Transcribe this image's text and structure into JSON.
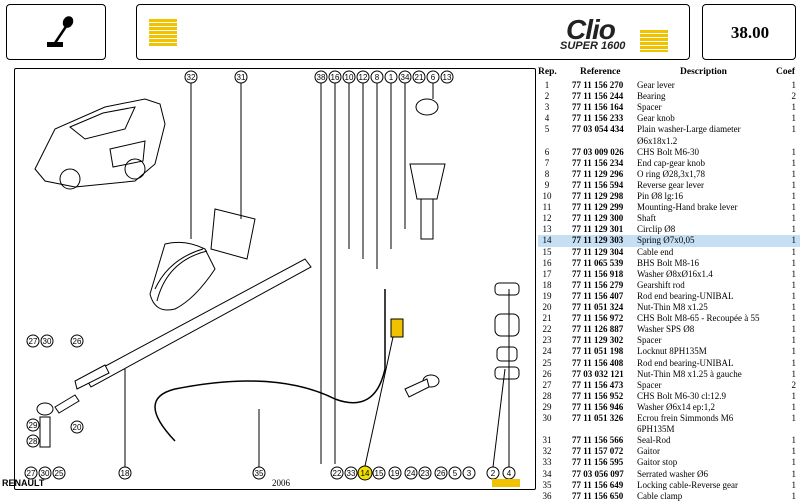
{
  "header": {
    "logo_word": "Clio",
    "logo_sub": "SUPER 1600",
    "page_number": "38.00",
    "accent": "#f0c200"
  },
  "table": {
    "headers": {
      "rep": "Rep.",
      "reference": "Reference",
      "description": "Description",
      "coef": "Coef"
    },
    "highlight_color": "#c6dff3",
    "rows": [
      {
        "rep": "1",
        "ref": "77 11 156 270",
        "desc": "Gear lever",
        "coef": "1"
      },
      {
        "rep": "2",
        "ref": "77 11 156 244",
        "desc": "Bearing",
        "coef": "2"
      },
      {
        "rep": "3",
        "ref": "77 11 156 164",
        "desc": "Spacer",
        "coef": "1"
      },
      {
        "rep": "4",
        "ref": "77 11 156 233",
        "desc": "Gear knob",
        "coef": "1"
      },
      {
        "rep": "5",
        "ref": "77 03 054 434",
        "desc": "Plain washer-Large diameter",
        "coef": "1"
      },
      {
        "rep": "",
        "ref": "",
        "desc": "Ø6x18x1.2",
        "coef": ""
      },
      {
        "rep": "6",
        "ref": "77 03 009 026",
        "desc": "CHS Bolt M6-30",
        "coef": "1"
      },
      {
        "rep": "7",
        "ref": "77 11 156 234",
        "desc": "End cap-gear knob",
        "coef": "1"
      },
      {
        "rep": "8",
        "ref": "77 11 129 296",
        "desc": "O ring Ø28,3x1,78",
        "coef": "1"
      },
      {
        "rep": "9",
        "ref": "77 11 156 594",
        "desc": "Reverse gear lever",
        "coef": "1"
      },
      {
        "rep": "10",
        "ref": "77 11 129 298",
        "desc": "Pin Ø8 lg:16",
        "coef": "1"
      },
      {
        "rep": "11",
        "ref": "77 11 129 299",
        "desc": "Mounting-Hand brake lever",
        "coef": "1"
      },
      {
        "rep": "12",
        "ref": "77 11 129 300",
        "desc": "Shaft",
        "coef": "1"
      },
      {
        "rep": "13",
        "ref": "77 11 129 301",
        "desc": "Circlip Ø8",
        "coef": "1"
      },
      {
        "rep": "14",
        "ref": "77 11 129 303",
        "desc": "Spring Ø7x0,05",
        "coef": "1",
        "highlight": true
      },
      {
        "rep": "15",
        "ref": "77 11 129 304",
        "desc": "Cable end",
        "coef": "1"
      },
      {
        "rep": "16",
        "ref": "77 11 065 539",
        "desc": "BHS Bolt M8-16",
        "coef": "1"
      },
      {
        "rep": "17",
        "ref": "77 11 156 918",
        "desc": "Washer Ø8xØ16x1.4",
        "coef": "1"
      },
      {
        "rep": "18",
        "ref": "77 11 156 279",
        "desc": "Gearshift rod",
        "coef": "1"
      },
      {
        "rep": "19",
        "ref": "77 11 156 407",
        "desc": "Rod end bearing-UNIBAL",
        "coef": "1"
      },
      {
        "rep": "20",
        "ref": "77 11 051 324",
        "desc": "Nut-Thin M8 x1.25",
        "coef": "1"
      },
      {
        "rep": "21",
        "ref": "77 11 156 972",
        "desc": "CHS Bolt M8-65 - Recoupée à 55",
        "coef": "1"
      },
      {
        "rep": "22",
        "ref": "77 11 126 887",
        "desc": "Washer SPS Ø8",
        "coef": "1"
      },
      {
        "rep": "23",
        "ref": "77 11 129 302",
        "desc": "Spacer",
        "coef": "1"
      },
      {
        "rep": "24",
        "ref": "77 11 051 198",
        "desc": "Locknut 8PH135M",
        "coef": "1"
      },
      {
        "rep": "25",
        "ref": "77 11 156 408",
        "desc": "Rod end bearing-UNIBAL",
        "coef": "1"
      },
      {
        "rep": "26",
        "ref": "77 03 032 121",
        "desc": "Nut-Thin M8 x1.25 à gauche",
        "coef": "1"
      },
      {
        "rep": "27",
        "ref": "77 11 156 473",
        "desc": "Spacer",
        "coef": "2"
      },
      {
        "rep": "28",
        "ref": "77 11 156 952",
        "desc": "CHS Bolt M6-30 cl:12.9",
        "coef": "1"
      },
      {
        "rep": "29",
        "ref": "77 11 156 946",
        "desc": "Washer Ø6x14 ep:1,2",
        "coef": "1"
      },
      {
        "rep": "30",
        "ref": "77 11 051 326",
        "desc": "Ecrou frein Simmonds M6",
        "coef": "1"
      },
      {
        "rep": "",
        "ref": "",
        "desc": "6PH135M",
        "coef": ""
      },
      {
        "rep": "31",
        "ref": "77 11 156 566",
        "desc": "Seal-Rod",
        "coef": "1"
      },
      {
        "rep": "32",
        "ref": "77 11 157 072",
        "desc": "Gaitor",
        "coef": "1"
      },
      {
        "rep": "33",
        "ref": "77 11 156 595",
        "desc": "Gaitor stop",
        "coef": "1"
      },
      {
        "rep": "34",
        "ref": "77 03 056 097",
        "desc": "Serrated washer Ø6",
        "coef": "1"
      },
      {
        "rep": "35",
        "ref": "77 11 156 649",
        "desc": "Locking cable-Reverse gear",
        "coef": "1"
      },
      {
        "rep": "36",
        "ref": "77 11 156 650",
        "desc": "Cable clamp",
        "coef": "1"
      }
    ]
  },
  "diagram": {
    "top_callouts": [
      "38",
      "16",
      "10",
      "12",
      "8",
      "1",
      "34",
      "21",
      "6",
      "13"
    ],
    "bottom_callouts": [
      "27",
      "30",
      "25",
      "18",
      "35",
      "22",
      "33",
      "14",
      "15",
      "19",
      "24",
      "23",
      "26",
      "5",
      "3",
      "2",
      "4"
    ],
    "left_callouts": [
      "32",
      "31",
      "29",
      "28",
      "26",
      "20"
    ],
    "highlighted_callout": "14"
  },
  "footer": {
    "brand": "RENAULT",
    "date": "2006"
  }
}
